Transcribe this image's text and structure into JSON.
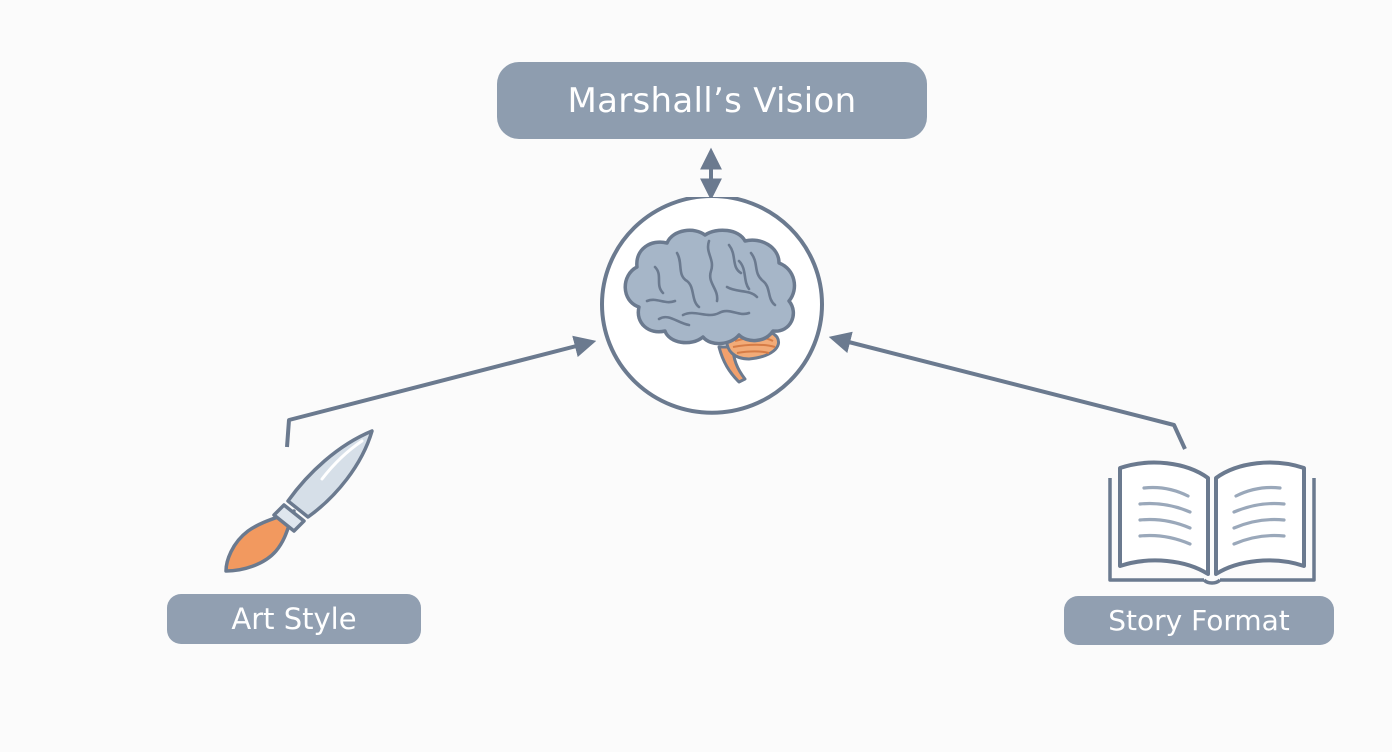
{
  "diagram": {
    "center_label": "Marshall’s Vision",
    "left_label": "Art Style",
    "right_label": "Story Format"
  },
  "icons": {
    "center": "brain-icon",
    "left": "paintbrush-icon",
    "right": "open-book-icon"
  },
  "colors": {
    "background": "#fbfbfb",
    "pill": "#8e9daf",
    "stroke": "#6b7a8f",
    "brain_fill": "#a6b6c8",
    "accent": "#f29a63"
  }
}
